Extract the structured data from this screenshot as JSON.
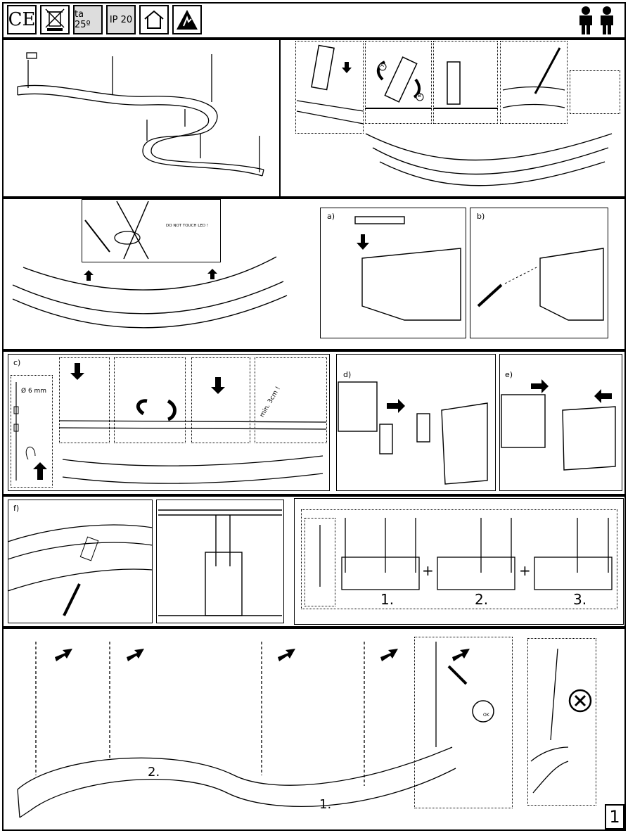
{
  "header": {
    "ce_mark": "CE",
    "temp_label": "ta 25º",
    "ip_label": "IP 20",
    "icons": [
      "ce-mark-icon",
      "weee-bin-icon",
      "ambient-temperature-icon",
      "ip-rating-icon",
      "indoor-house-icon",
      "esd-warning-icon",
      "two-persons-icon"
    ]
  },
  "panels": {
    "warning_text": "DO NOT TOUCH LED !",
    "label_a": "a)",
    "label_b": "b)",
    "label_c": "c)",
    "label_d": "d)",
    "label_e": "e)",
    "label_f": "f)",
    "marker_a": "A",
    "marker_b": "B",
    "diameter": "Ø 6 mm",
    "min_length": "min. 3cm !",
    "sequence": [
      "1.",
      "2.",
      "3."
    ],
    "plus": "+"
  },
  "bottom": {
    "segment_1": "1.",
    "segment_2": "2.",
    "ok_label": "OK",
    "page_number": "1"
  }
}
